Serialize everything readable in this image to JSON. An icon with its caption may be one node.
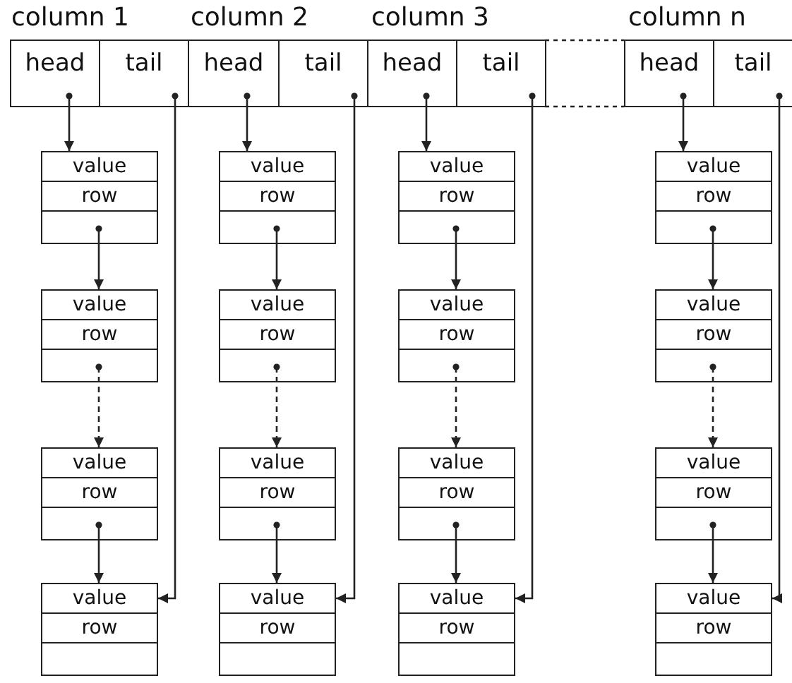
{
  "diagram": {
    "nodes": [
      {
        "text": [
          "head"
        ]
      },
      {
        "text": [
          "tail"
        ]
      },
      {
        "text": [
          "value",
          "row"
        ]
      },
      {
        "text": [
          "value",
          "row"
        ]
      },
      {
        "text": [
          "value",
          "row"
        ]
      },
      {
        "text": [
          "value",
          "row"
        ]
      },
      {
        "text": [
          "head"
        ]
      },
      {
        "text": [
          "tail"
        ]
      },
      {
        "text": [
          "value",
          "row"
        ]
      },
      {
        "text": [
          "value",
          "row"
        ]
      },
      {
        "text": [
          "value",
          "row"
        ]
      },
      {
        "text": [
          "value",
          "row"
        ]
      },
      {
        "text": [
          "head"
        ]
      },
      {
        "text": [
          "tail"
        ]
      },
      {
        "text": [
          "value",
          "row"
        ]
      },
      {
        "text": [
          "value",
          "row"
        ]
      },
      {
        "text": [
          "value",
          "row"
        ]
      },
      {
        "text": [
          "value",
          "row"
        ]
      },
      {
        "text": [
          "head"
        ]
      },
      {
        "text": [
          "tail"
        ]
      },
      {
        "text": [
          "value",
          "row"
        ]
      },
      {
        "text": [
          "value",
          "row"
        ]
      },
      {
        "text": [
          "value",
          "row"
        ]
      },
      {
        "text": [
          "value",
          "row"
        ]
      }
    ],
    "edges": [
      {
        "from": 0,
        "to": 2,
        "arrow": "to"
      },
      {
        "from": 2,
        "to": 3,
        "arrow": "to"
      },
      {
        "from": 3,
        "to": 4,
        "arrow": "to",
        "style": "dashed"
      },
      {
        "from": 4,
        "to": 5,
        "arrow": "to"
      },
      {
        "from": 1,
        "to": 5,
        "arrow": "to"
      },
      {
        "from": 6,
        "to": 8,
        "arrow": "to"
      },
      {
        "from": 8,
        "to": 9,
        "arrow": "to"
      },
      {
        "from": 9,
        "to": 10,
        "arrow": "to",
        "style": "dashed"
      },
      {
        "from": 10,
        "to": 11,
        "arrow": "to"
      },
      {
        "from": 7,
        "to": 11,
        "arrow": "to"
      },
      {
        "from": 12,
        "to": 14,
        "arrow": "to"
      },
      {
        "from": 14,
        "to": 15,
        "arrow": "to"
      },
      {
        "from": 15,
        "to": 16,
        "arrow": "to",
        "style": "dashed"
      },
      {
        "from": 16,
        "to": 17,
        "arrow": "to"
      },
      {
        "from": 13,
        "to": 17,
        "arrow": "to"
      },
      {
        "from": 18,
        "to": 20,
        "arrow": "to"
      },
      {
        "from": 20,
        "to": 21,
        "arrow": "to"
      },
      {
        "from": 21,
        "to": 22,
        "arrow": "to",
        "style": "dashed"
      },
      {
        "from": 22,
        "to": 23,
        "arrow": "to"
      },
      {
        "from": 19,
        "to": 23,
        "arrow": "to"
      }
    ],
    "labels": [
      "column 1",
      "column 2",
      "column 3",
      "column n"
    ]
  }
}
